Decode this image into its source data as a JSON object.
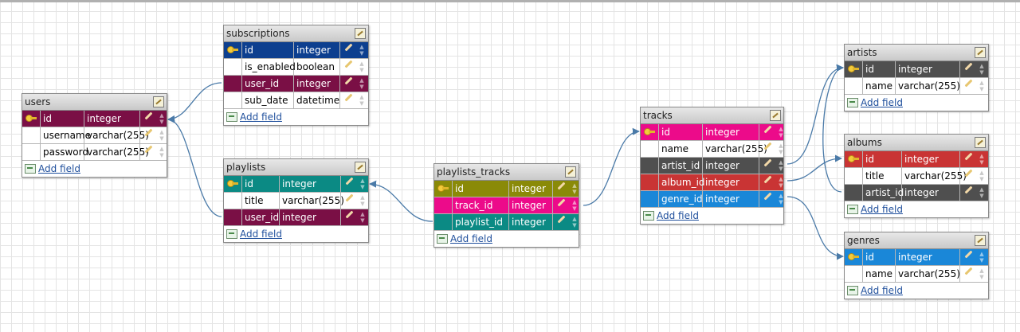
{
  "link_color": "#4a7aa8",
  "tables": {
    "users": {
      "title": "users",
      "add_label": "Add field",
      "fields": [
        {
          "name": "id",
          "type": "integer",
          "key": true,
          "color": "crimson"
        },
        {
          "name": "username",
          "type": "varchar(255)",
          "key": false,
          "color": ""
        },
        {
          "name": "password",
          "type": "varchar(255)",
          "key": false,
          "color": ""
        }
      ]
    },
    "subscriptions": {
      "title": "subscriptions",
      "add_label": "Add field",
      "fields": [
        {
          "name": "id",
          "type": "integer",
          "key": true,
          "color": "navy"
        },
        {
          "name": "is_enabled",
          "type": "boolean",
          "key": false,
          "color": ""
        },
        {
          "name": "user_id",
          "type": "integer",
          "key": false,
          "color": "crimson"
        },
        {
          "name": "sub_date",
          "type": "datetime",
          "key": false,
          "color": ""
        }
      ]
    },
    "playlists": {
      "title": "playlists",
      "add_label": "Add field",
      "fields": [
        {
          "name": "id",
          "type": "integer",
          "key": true,
          "color": "teal"
        },
        {
          "name": "title",
          "type": "varchar(255)",
          "key": false,
          "color": ""
        },
        {
          "name": "user_id",
          "type": "integer",
          "key": false,
          "color": "crimson"
        }
      ]
    },
    "playlists_tracks": {
      "title": "playlists_tracks",
      "add_label": "Add field",
      "fields": [
        {
          "name": "id",
          "type": "integer",
          "key": true,
          "color": "olive"
        },
        {
          "name": "track_id",
          "type": "integer",
          "key": false,
          "color": "pink"
        },
        {
          "name": "playlist_id",
          "type": "integer",
          "key": false,
          "color": "teal"
        }
      ]
    },
    "tracks": {
      "title": "tracks",
      "add_label": "Add field",
      "fields": [
        {
          "name": "id",
          "type": "integer",
          "key": true,
          "color": "pink"
        },
        {
          "name": "name",
          "type": "varchar(255)",
          "key": false,
          "color": ""
        },
        {
          "name": "artist_id",
          "type": "integer",
          "key": false,
          "color": "gray"
        },
        {
          "name": "album_id",
          "type": "integer",
          "key": false,
          "color": "red"
        },
        {
          "name": "genre_id",
          "type": "integer",
          "key": false,
          "color": "blue"
        }
      ]
    },
    "artists": {
      "title": "artists",
      "add_label": "Add field",
      "fields": [
        {
          "name": "id",
          "type": "integer",
          "key": true,
          "color": "gray"
        },
        {
          "name": "name",
          "type": "varchar(255)",
          "key": false,
          "color": ""
        }
      ]
    },
    "albums": {
      "title": "albums",
      "add_label": "Add field",
      "fields": [
        {
          "name": "id",
          "type": "integer",
          "key": true,
          "color": "red"
        },
        {
          "name": "title",
          "type": "varchar(255)",
          "key": false,
          "color": ""
        },
        {
          "name": "artist_id",
          "type": "integer",
          "key": false,
          "color": "gray"
        }
      ]
    },
    "genres": {
      "title": "genres",
      "add_label": "Add field",
      "fields": [
        {
          "name": "id",
          "type": "integer",
          "key": true,
          "color": "blue"
        },
        {
          "name": "name",
          "type": "varchar(255)",
          "key": false,
          "color": ""
        }
      ]
    }
  }
}
